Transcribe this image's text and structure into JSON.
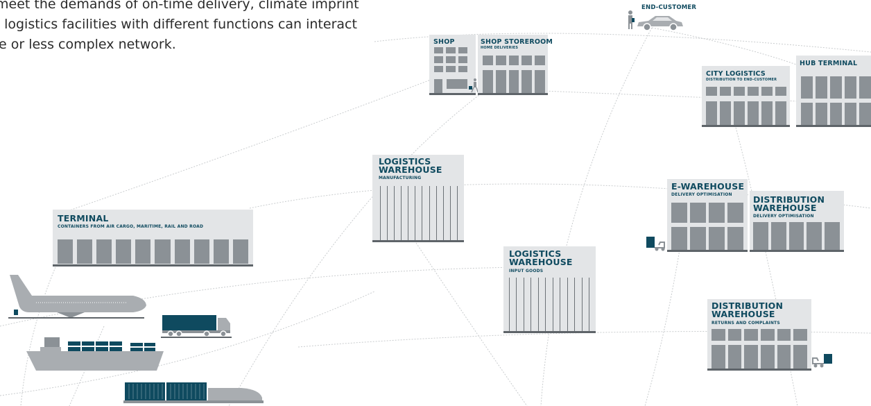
{
  "intro": {
    "line1": "meet the demands of on-time delivery, climate imprint",
    "line2": ", logistics facilities with different functions can interact",
    "line3": "e or less complex network."
  },
  "nodes": {
    "end_customer": {
      "title": "END-CUSTOMER"
    },
    "shop": {
      "title": "SHOP"
    },
    "shop_storeroom": {
      "title": "SHOP STOREROOM",
      "subtitle": "HOME DELIVERIES"
    },
    "city_logistics": {
      "title": "CITY LOGISTICS",
      "subtitle": "DISTRIBUTION TO END-CUSTOMER"
    },
    "hub_terminal": {
      "title": "HUB TERMINAL"
    },
    "logistics_warehouse_manufacturing": {
      "title_line1": "LOGISTICS",
      "title_line2": "WAREHOUSE",
      "subtitle": "MANUFACTURING"
    },
    "terminal": {
      "title": "TERMINAL",
      "subtitle": "CONTAINERS FROM AIR CARGO, MARITIME, RAIL AND ROAD"
    },
    "e_warehouse": {
      "title": "E-WAREHOUSE",
      "subtitle": "DELIVERY OPTIMISATION"
    },
    "distribution_warehouse_delivery": {
      "title_line1": "DISTRIBUTION",
      "title_line2": "WAREHOUSE",
      "subtitle": "DELIVERY OPTIMISATION"
    },
    "logistics_warehouse_input": {
      "title_line1": "LOGISTICS",
      "title_line2": "WAREHOUSE",
      "subtitle": "INPUT GOODS"
    },
    "distribution_warehouse_returns": {
      "title_line1": "DISTRIBUTION",
      "title_line2": "WAREHOUSE",
      "subtitle": "RETURNS AND COMPLAINTS"
    }
  },
  "colors": {
    "title": "#0f4a5f",
    "building": "#e3e5e7",
    "door": "#8b9196",
    "vehicle_grey": "#a9adb1",
    "container_teal": "#0f4a5f",
    "network_line": "#c9ccce"
  },
  "icons": [
    "airplane-icon",
    "truck-icon",
    "ship-icon",
    "train-icon",
    "car-icon",
    "person-icon",
    "forklift-icon",
    "trolley-icon"
  ]
}
